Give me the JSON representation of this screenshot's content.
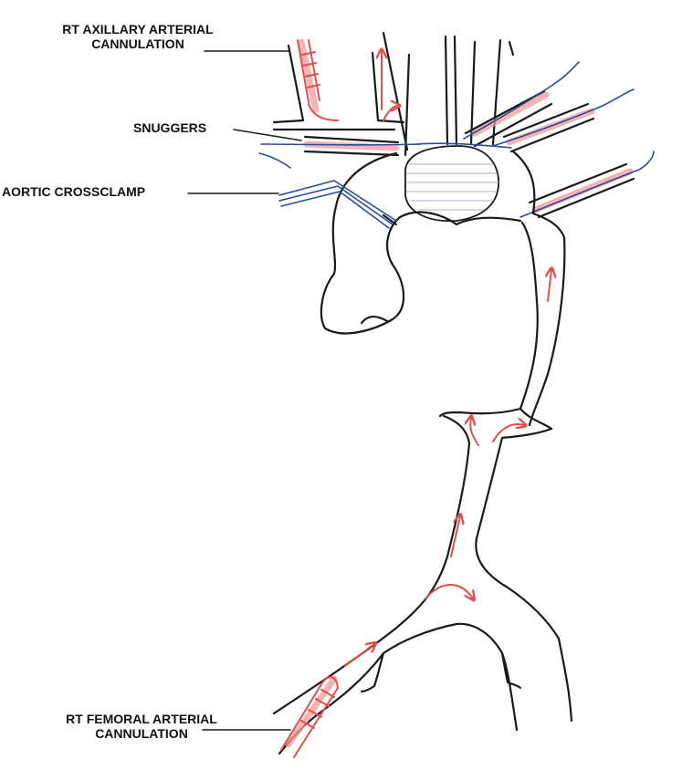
{
  "labels": {
    "axillary": {
      "line1": "RT AXILLARY ARTERIAL",
      "line2": "CANNULATION"
    },
    "snuggers": "SNUGGERS",
    "crossclamp": "AORTIC CROSSCLAMP",
    "femoral": {
      "line1": "RT FEMORAL ARTERIAL",
      "line2": "CANNULATION"
    }
  },
  "colors": {
    "vessel_outline": "#1a1a1a",
    "snugger_tape": "#2a4a9a",
    "flow_arrow": "#e0504a",
    "cannula_tint": "#f29a9a",
    "thrombus_fill": "#e6dde8"
  }
}
